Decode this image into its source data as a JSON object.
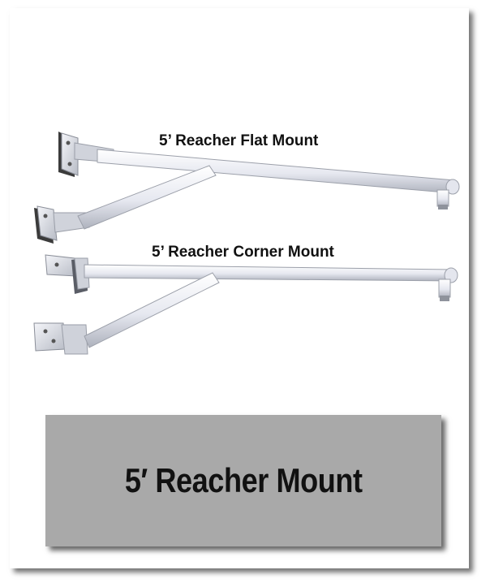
{
  "labels": {
    "flat_mount": "5’ Reacher Flat Mount",
    "corner_mount": "5’ Reacher Corner Mount"
  },
  "banner": {
    "title": "5′ Reacher Mount",
    "background": "#a9a9a9"
  },
  "colors": {
    "pipe": "#e8eaf2",
    "pipe_shade": "#b9bdc8"
  }
}
